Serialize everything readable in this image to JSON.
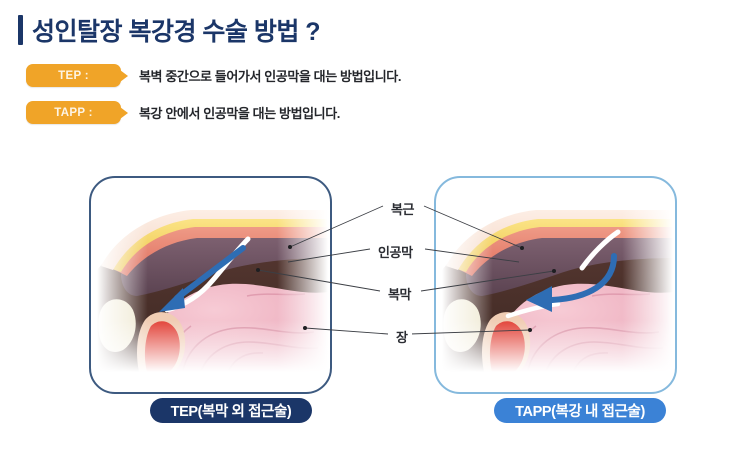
{
  "page": {
    "title": "성인탈장 복강경 수술 방법 ?"
  },
  "legend": {
    "items": [
      {
        "tag": "TEP :",
        "description": "복벽 중간으로 들어가서 인공막을 대는 방법입니다."
      },
      {
        "tag": "TAPP :",
        "description": "복강 안에서 인공막을 대는 방법입니다."
      }
    ]
  },
  "anatomy_labels": [
    {
      "id": "bokgeun",
      "text": "복근"
    },
    {
      "id": "ingongmak",
      "text": "인공막"
    },
    {
      "id": "bokmak",
      "text": "복막"
    },
    {
      "id": "jang",
      "text": "장"
    }
  ],
  "panels": [
    {
      "id": "tep",
      "caption": "TEP(복막 외 접근술)",
      "border_color": "#3d5a80",
      "caption_color": "#1b3668",
      "arrow_color": "#2e6db4",
      "arrow_style": "straight-down-left"
    },
    {
      "id": "tapp",
      "caption": "TAPP(복강 내 접근술)",
      "border_color": "#85b9dd",
      "caption_color": "#3b82d6",
      "arrow_color": "#2e6db4",
      "arrow_style": "curved-left"
    }
  ],
  "colors": {
    "title": "#1b3668",
    "tag_orange": "#f0a428",
    "skin": "#f6ded0",
    "fat": "#f5d45f",
    "muscle": "#e8806f",
    "preperitoneal": "#6b5160",
    "cavity": "#4d322c",
    "mesh": "#ffffff",
    "intestine": "#f0b2c0",
    "hernia_sac": "#e8e3cd",
    "hernia_red": "#e2443a"
  }
}
